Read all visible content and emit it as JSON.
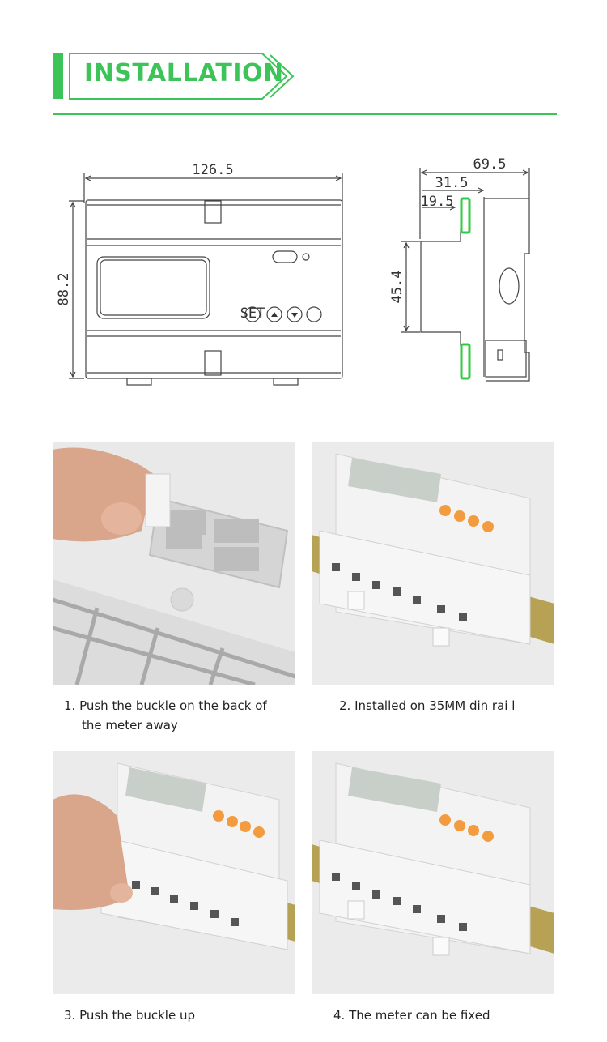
{
  "header": {
    "title": "INSTALLATION",
    "accent_color": "#3cc459"
  },
  "drawing": {
    "front_view": {
      "width_label": "126.5",
      "height_label": "88.2",
      "buttons": [
        "SET",
        "up",
        "down",
        "enter"
      ]
    },
    "side_view": {
      "depth_total_label": "69.5",
      "depth_mid_label": "31.5",
      "depth_clip_label": "19.5",
      "rail_height_label": "45.4",
      "clip_highlight_color": "#2ecc40"
    }
  },
  "steps": [
    {
      "caption_line1": "1. Push the buckle on the back of",
      "caption_line2": "the meter away",
      "photo": "hand pushing mounting buckle on back of meter"
    },
    {
      "caption_line1": "2. Installed on 35MM din rai l",
      "caption_line2": "",
      "photo": "meter installed on DIN rail"
    },
    {
      "caption_line1": "3. Push the buckle up",
      "caption_line2": "",
      "photo": "hand pushing buckle up under meter on rail"
    },
    {
      "caption_line1": "4. The meter can be fixed",
      "caption_line2": "",
      "photo": "meter fixed on DIN rail"
    }
  ]
}
